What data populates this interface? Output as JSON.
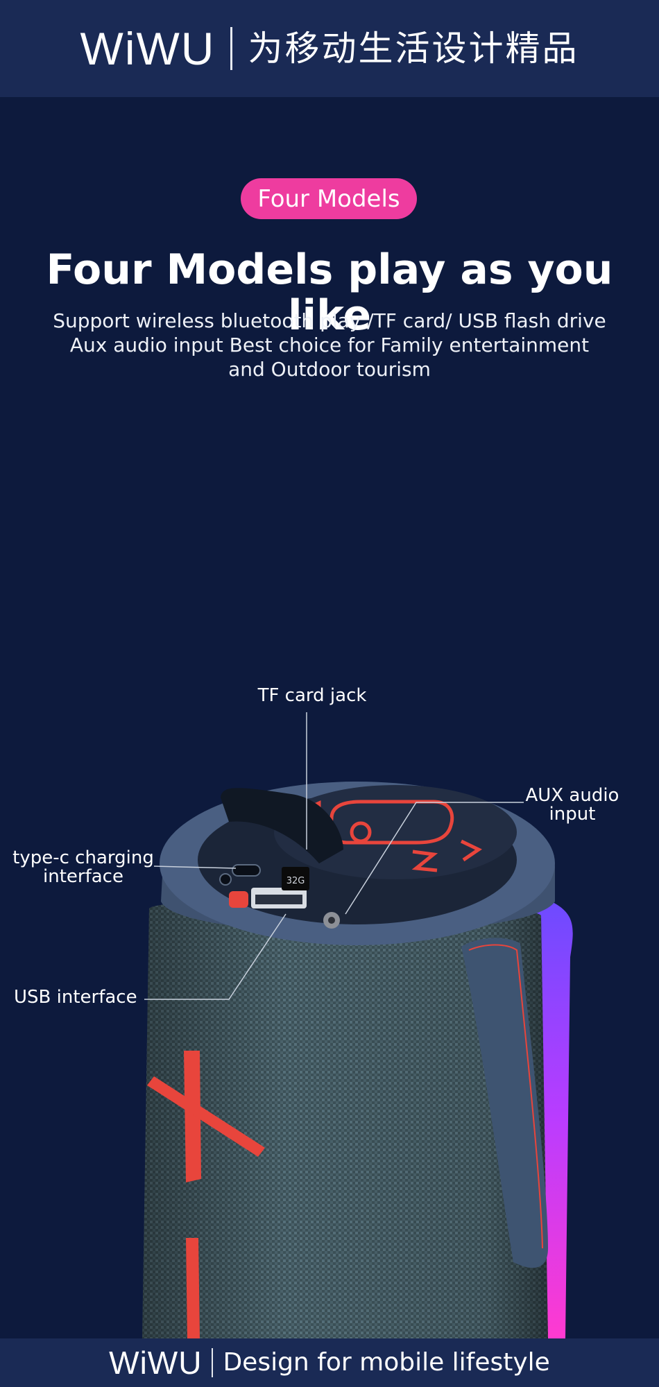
{
  "header": {
    "logo": "WiWU",
    "slogan": "为移动生活设计精品"
  },
  "badge": "Four Models",
  "title": "Four Models play as you like",
  "subtitle_lines": [
    "Support wireless bluetooth play /TF card/ USB flash drive",
    "Aux audio input Best choice for Family entertainment",
    "and Outdoor tourism"
  ],
  "callouts": {
    "tf": "TF card jack",
    "aux_line1": "AUX audio",
    "aux_line2": "input",
    "typec_line1": "type-c charging",
    "typec_line2": "interface",
    "usb": "USB interface"
  },
  "sd_card_label": "32G",
  "footer": {
    "logo": "WiWU",
    "slogan": "Design for mobile lifestyle"
  },
  "colors": {
    "background": "#0d1a3d",
    "header_bar": "#1a2a55",
    "badge": "#ee3c9f",
    "accent_red": "#e8453c"
  }
}
